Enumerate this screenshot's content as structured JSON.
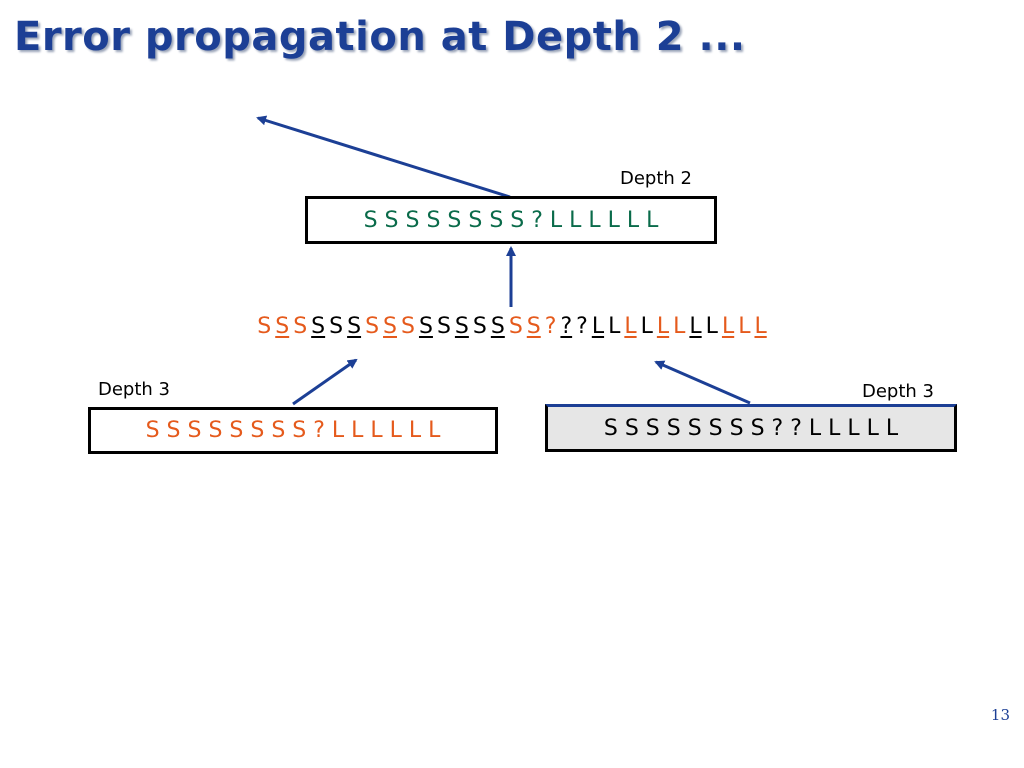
{
  "title": "Error propagation at Depth 2 ...",
  "labels": {
    "depth2": "Depth 2",
    "depth3_left": "Depth 3",
    "depth3_right": "Depth 3"
  },
  "boxes": {
    "depth2_seq": "S S S S S S S S ? L L L L L L",
    "depth3_left_seq": "S S S S S S S S ? L L L L L L",
    "depth3_right_seq": "S S S S S S S S ? ? L L L L L"
  },
  "colors": {
    "title": "#1c3f95",
    "green": "#0a6b4a",
    "orange": "#e55a1c",
    "arrow": "#1c3f95",
    "gray_box": "#e6e6e6"
  },
  "merged_sequence": [
    {
      "t": "S",
      "c": "orange",
      "u": false
    },
    {
      "t": "S",
      "c": "orange",
      "u": true
    },
    {
      "t": "S",
      "c": "orange",
      "u": false
    },
    {
      "t": "S",
      "c": "black",
      "u": true
    },
    {
      "t": "S",
      "c": "black",
      "u": false
    },
    {
      "t": "S",
      "c": "black",
      "u": true
    },
    {
      "t": "S",
      "c": "orange",
      "u": false
    },
    {
      "t": "S",
      "c": "orange",
      "u": true
    },
    {
      "t": "S",
      "c": "orange",
      "u": false
    },
    {
      "t": "S",
      "c": "black",
      "u": true
    },
    {
      "t": "S",
      "c": "black",
      "u": false
    },
    {
      "t": "S",
      "c": "black",
      "u": true
    },
    {
      "t": "S",
      "c": "black",
      "u": false
    },
    {
      "t": "S",
      "c": "black",
      "u": true
    },
    {
      "t": "S",
      "c": "orange",
      "u": false
    },
    {
      "t": "S",
      "c": "orange",
      "u": true
    },
    {
      "t": "?",
      "c": "orange",
      "u": false
    },
    {
      "t": "?",
      "c": "black",
      "u": true
    },
    {
      "t": "?",
      "c": "black",
      "u": false
    },
    {
      "t": "L",
      "c": "black",
      "u": true
    },
    {
      "t": "L",
      "c": "black",
      "u": false
    },
    {
      "t": "L",
      "c": "orange",
      "u": true
    },
    {
      "t": "L",
      "c": "black",
      "u": false
    },
    {
      "t": "L",
      "c": "orange",
      "u": true
    },
    {
      "t": "L",
      "c": "orange",
      "u": false
    },
    {
      "t": "L",
      "c": "black",
      "u": true
    },
    {
      "t": "L",
      "c": "black",
      "u": false
    },
    {
      "t": "L",
      "c": "orange",
      "u": true
    },
    {
      "t": "L",
      "c": "orange",
      "u": false
    },
    {
      "t": "L",
      "c": "orange",
      "u": true
    }
  ],
  "page_number": "13"
}
